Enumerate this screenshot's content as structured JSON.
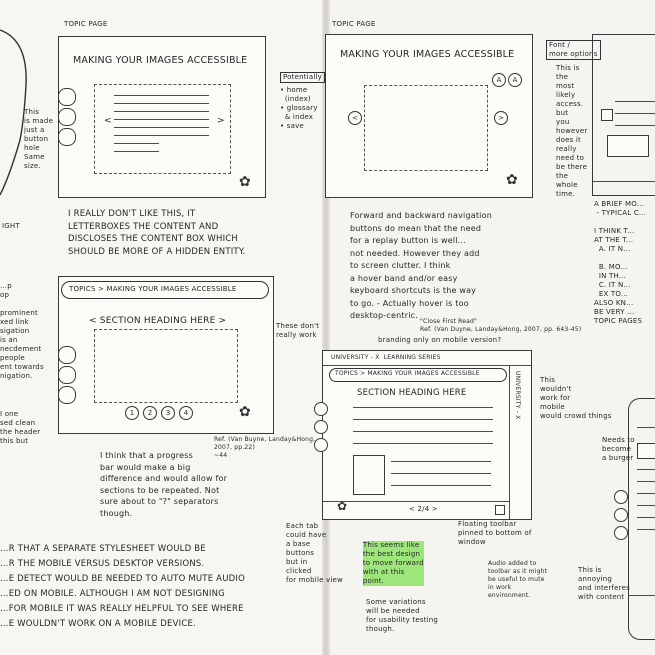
{
  "sketch_left": {
    "topic_label": "Topic Page",
    "screen_title": "Making your images accessible",
    "side_note_top": "This\nis made\njust a\nbutton\nhole\nSame\nsize.",
    "label_right": "IGHT",
    "main_note": "I really don't like this, it\nletterboxes the content and\ndiscloses the content box which\nshould be more of a hidden entity.",
    "breadcrumb": "Topics > Making your images accessible",
    "section_heading": "< Section heading here >",
    "pager": "1 > 2 > 3 > 4",
    "side_note_mid": "These don't\nreally work",
    "reference": "Ref. (Van Buyne, Landay&Hong,\n2007, pp.22)\n~44",
    "progress_note": "I think that a progress\nbar would make a big\ndifference and would allow for\nsections to be repeated. Not\nsure about to \"?\" separators\nthough.",
    "left_margin_notes": "...p\nop\n\nprominent\nxed link\nsigation\nis an\nnecdement\npeople\nent towards\nnigation.",
    "left_margin_notes_2": "I one\nsed clean\nthe header\nthis but",
    "bottom_paragraph": "...r that a separate stylesheet would be\n...r the mobile versus desktop versions.\n...e detect would be needed to auto mute audio\n...ed on mobile. Although I am not designing\n...for mobile it was really helpful to see where\n...e wouldn't work on a mobile device."
  },
  "sketch_right": {
    "topic_label": "Topic Page",
    "screen_title": "Making your images accessible",
    "potentially_label": "Potentially",
    "potentially_list": "• home\n  (index)\n• glossary\n  & index\n• save",
    "nav_note": "Forward and backward navigation\nbuttons do mean that the need\nfor a replay button is well...\nnot needed. However they add\nto screen clutter. I think\na hover band and/or easy\nkeyboard shortcuts is the way\nto go. - Actually hover is too\ndesktop-centric.",
    "ref_note": "\"Close First Read\"\nRef. (Van Duyne, Landay&Hong, 2007, pp. 643-45)",
    "branding_note": "branding only on mobile version?",
    "series_bar": "University - X  Learning Series",
    "breadcrumb": "Topics > Making your images accessible",
    "section_heading": "Section heading here",
    "vertical_brand": "University - X",
    "pager": "< 2/4 >",
    "green_note": "This seems like\nthe best design\nto move forward\nwith at this\npoint.",
    "green_note_2": "Some variations\nwill be needed\nfor usability testing\nthough.",
    "toolbar_note": "Floating toolbar\npinned to bottom of\nwindow",
    "audio_note": "Audio added to\ntoolbar as it might\nbe useful to mute\nin work\nenvironment.",
    "left_tab_note": "Each tab\ncould have\na base\nbuttons\nbut in\nclicked\nfor mobile view",
    "scroll_note": "This\nwouldn't\nwork for\nmobile\nwould crowd things",
    "font_note": "Font /\nmore options",
    "far_right_note": "This is\nthe\nmost\nlikely\naccess.\nbut\nyou\nhowever\ndoes it\nreally\nneed to\nbe there\nthe\nwhole\ntime.",
    "bottom_right_list": "A brief mo...\n - typical c...\n\nI think t...\nat the T...\n  A. It n...\n\n  B. Mo...\n  in th...\n  C. It n...\n  ex to...\nAlso kn...\nbe very ...\ntopic pages",
    "burger_note": "Needs to\nbecome\na burger",
    "annoying_note": "This is\nannoying\nand interferes\nwith content"
  }
}
